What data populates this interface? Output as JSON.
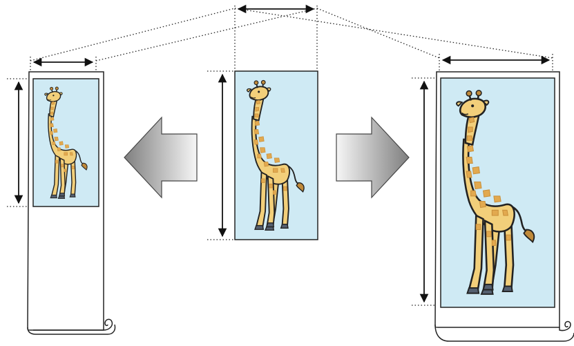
{
  "diagram": {
    "concept": "print-scaling",
    "panels": [
      {
        "id": "reduced",
        "subject": "giraffe-illustration",
        "media": "roll-paper"
      },
      {
        "id": "original",
        "subject": "giraffe-illustration",
        "media": "sheet"
      },
      {
        "id": "enlarged",
        "subject": "giraffe-illustration",
        "media": "roll-paper"
      }
    ],
    "arrows": [
      {
        "direction": "left",
        "meaning": "reduce"
      },
      {
        "direction": "right",
        "meaning": "enlarge"
      }
    ],
    "colors": {
      "picture_background": "#cfeaf4",
      "giraffe_body": "#f2cf7a",
      "giraffe_spots": "#e2a94f",
      "outline": "#222222",
      "arrow_light": "#f4f4f4",
      "arrow_dark": "#8a8a8a"
    }
  }
}
